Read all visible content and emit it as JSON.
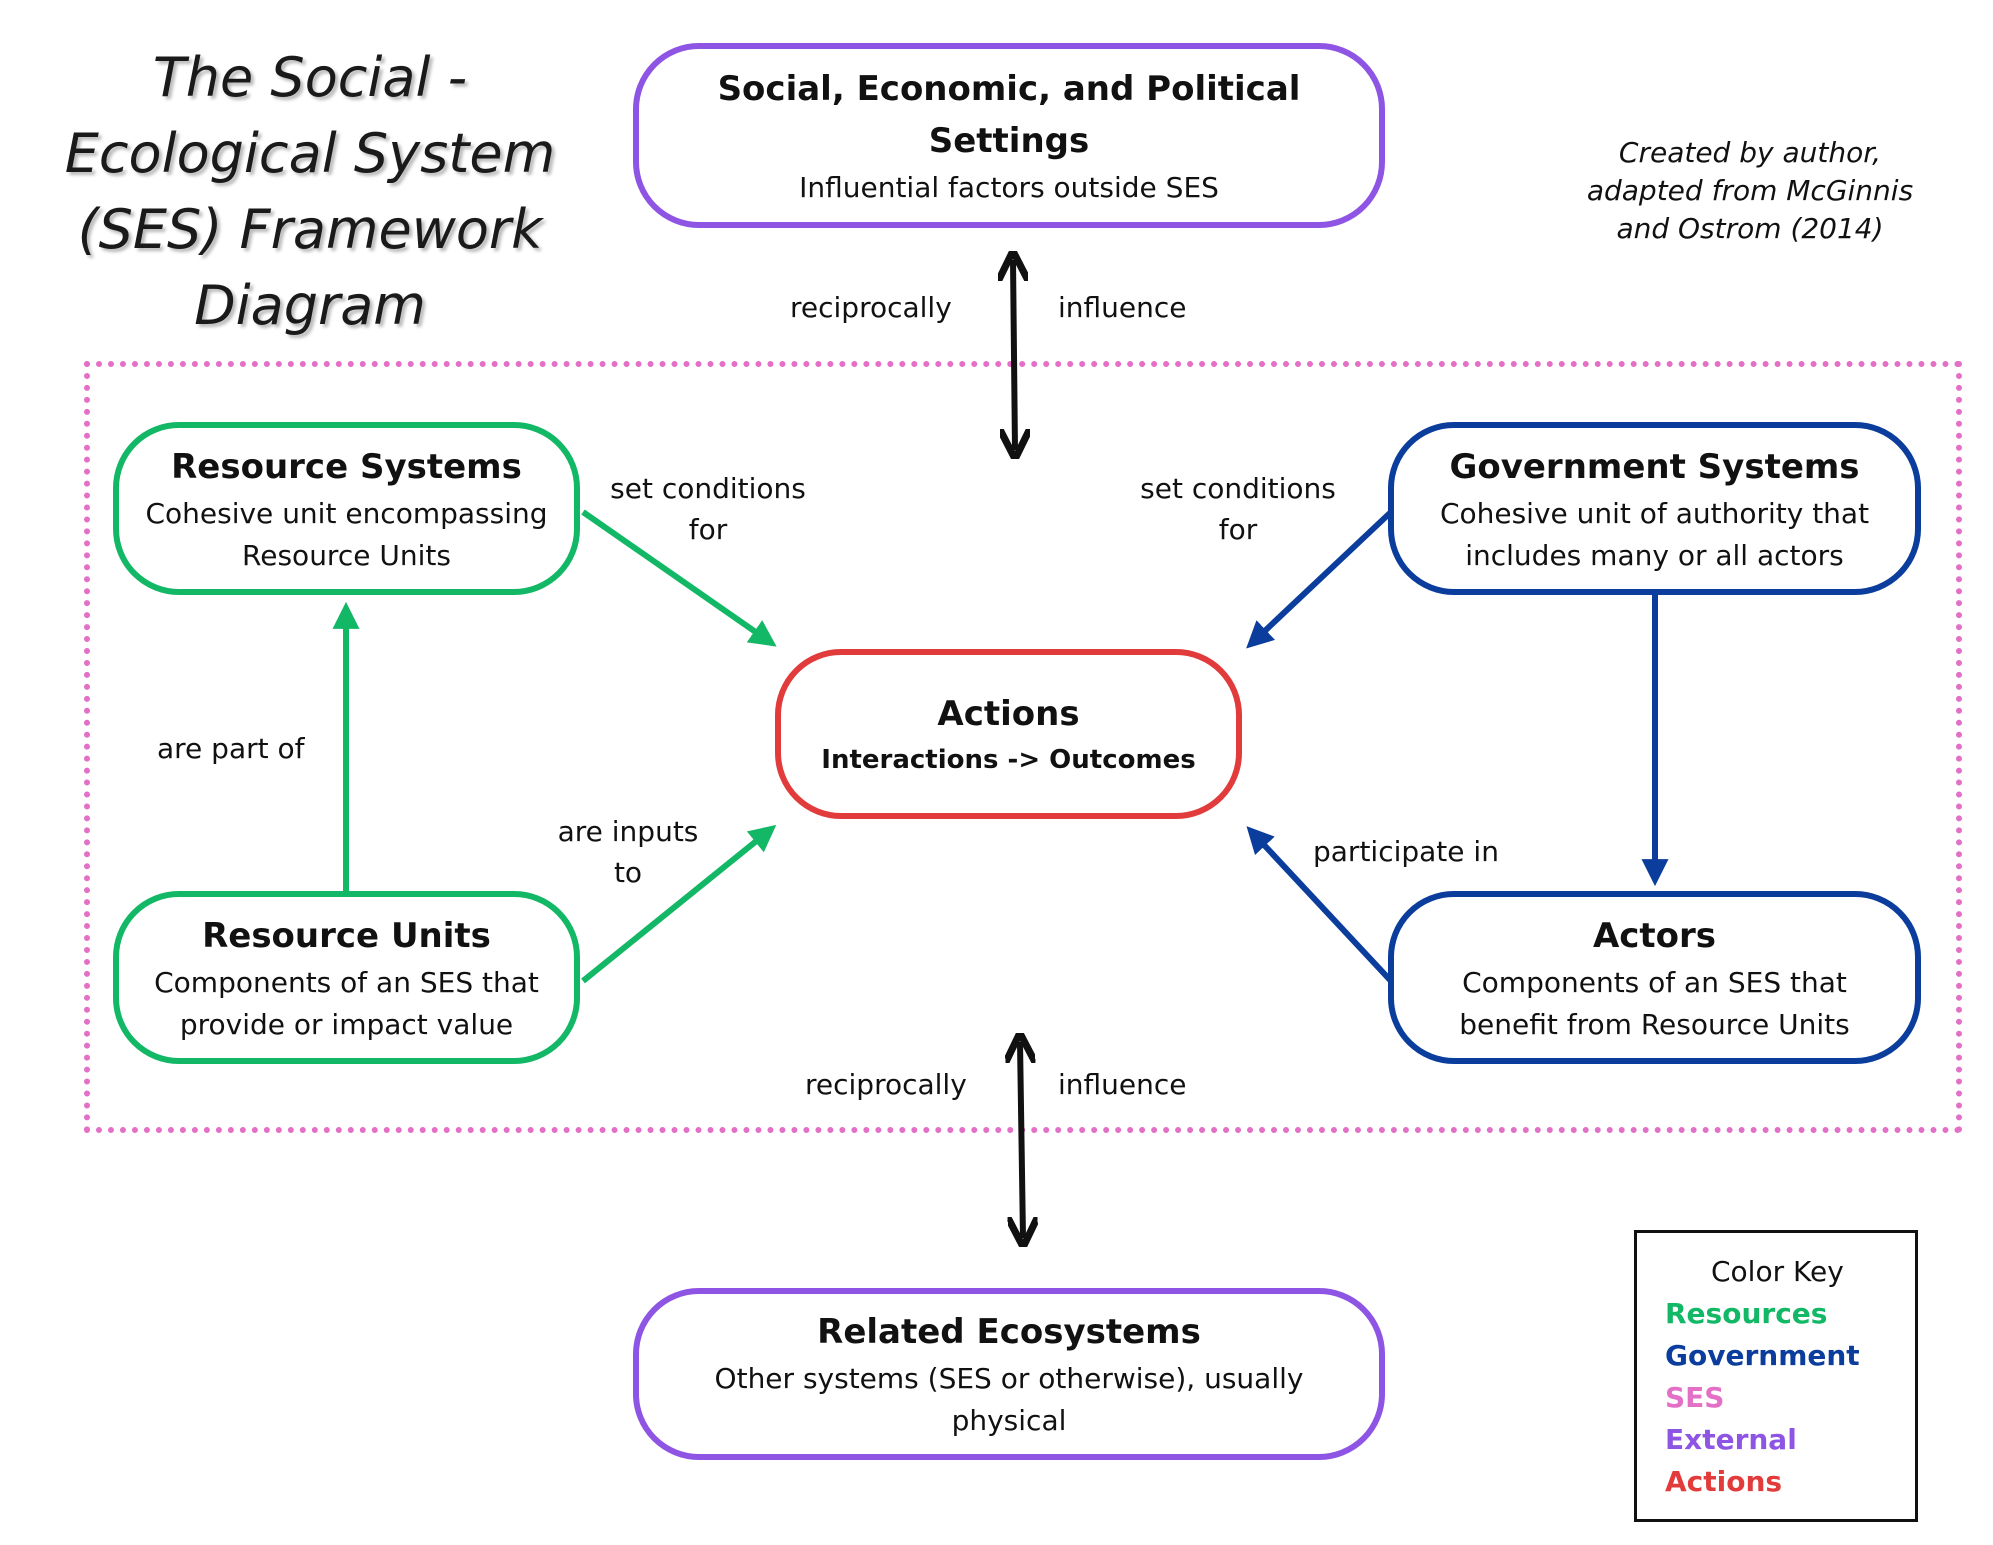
{
  "title": [
    "The Social -",
    "Ecological System",
    "(SES) Framework",
    "Diagram"
  ],
  "credit": [
    "Created by author,",
    "adapted from McGinnis",
    "and Ostrom (2014)"
  ],
  "colors": {
    "resources": "#12b866",
    "government": "#0b3d9c",
    "ses": "#e36fc6",
    "external": "#8e55e4",
    "actions": "#e23b3b"
  },
  "nodes": {
    "settings": {
      "title": "Social, Economic, and Political Settings",
      "desc": "Influential factors outside SES"
    },
    "resource_systems": {
      "title": "Resource Systems",
      "desc": "Cohesive unit encompassing Resource Units"
    },
    "government_systems": {
      "title": "Government Systems",
      "desc": "Cohesive unit of authority that includes many or all actors"
    },
    "actions": {
      "title": "Actions",
      "desc": "Interactions -> Outcomes"
    },
    "resource_units": {
      "title": "Resource Units",
      "desc": "Components of an SES that provide or impact value"
    },
    "actors": {
      "title": "Actors",
      "desc": "Components of an SES that benefit from Resource Units"
    },
    "related_ecosystems": {
      "title": "Related Ecosystems",
      "desc": "Other systems (SES or otherwise), usually physical"
    }
  },
  "edges": {
    "top_left": "reciprocally",
    "top_right": "influence",
    "rs_actions": [
      "set conditions",
      "for"
    ],
    "gs_actions": [
      "set conditions",
      "for"
    ],
    "ru_rs": "are part of",
    "ru_actions": [
      "are inputs",
      "to"
    ],
    "actors_actions": "participate in",
    "bottom_left": "reciprocally",
    "bottom_right": "influence"
  },
  "color_key": {
    "title": "Color Key",
    "items": [
      {
        "label": "Resources",
        "color": "#12b866"
      },
      {
        "label": "Government",
        "color": "#0b3d9c"
      },
      {
        "label": "SES",
        "color": "#e36fc6"
      },
      {
        "label": "External",
        "color": "#8e55e4"
      },
      {
        "label": "Actions",
        "color": "#e23b3b"
      }
    ]
  }
}
